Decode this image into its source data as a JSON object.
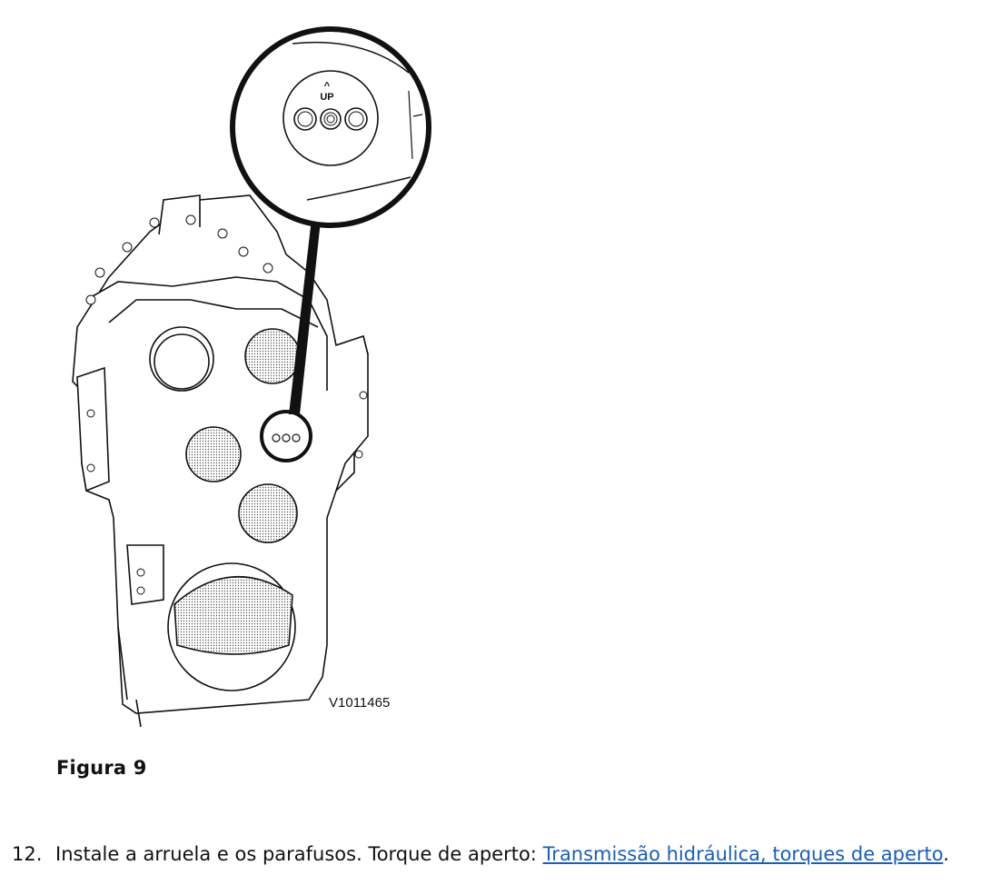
{
  "figure": {
    "image_code": "V1011465",
    "up_label": "UP",
    "caption": "Figura 9"
  },
  "step": {
    "number": "12.",
    "text": "Instale a arruela e os parafusos. Torque de aperto: ",
    "link_text": "Transmissão hidráulica, torques de aperto",
    "suffix": "."
  }
}
